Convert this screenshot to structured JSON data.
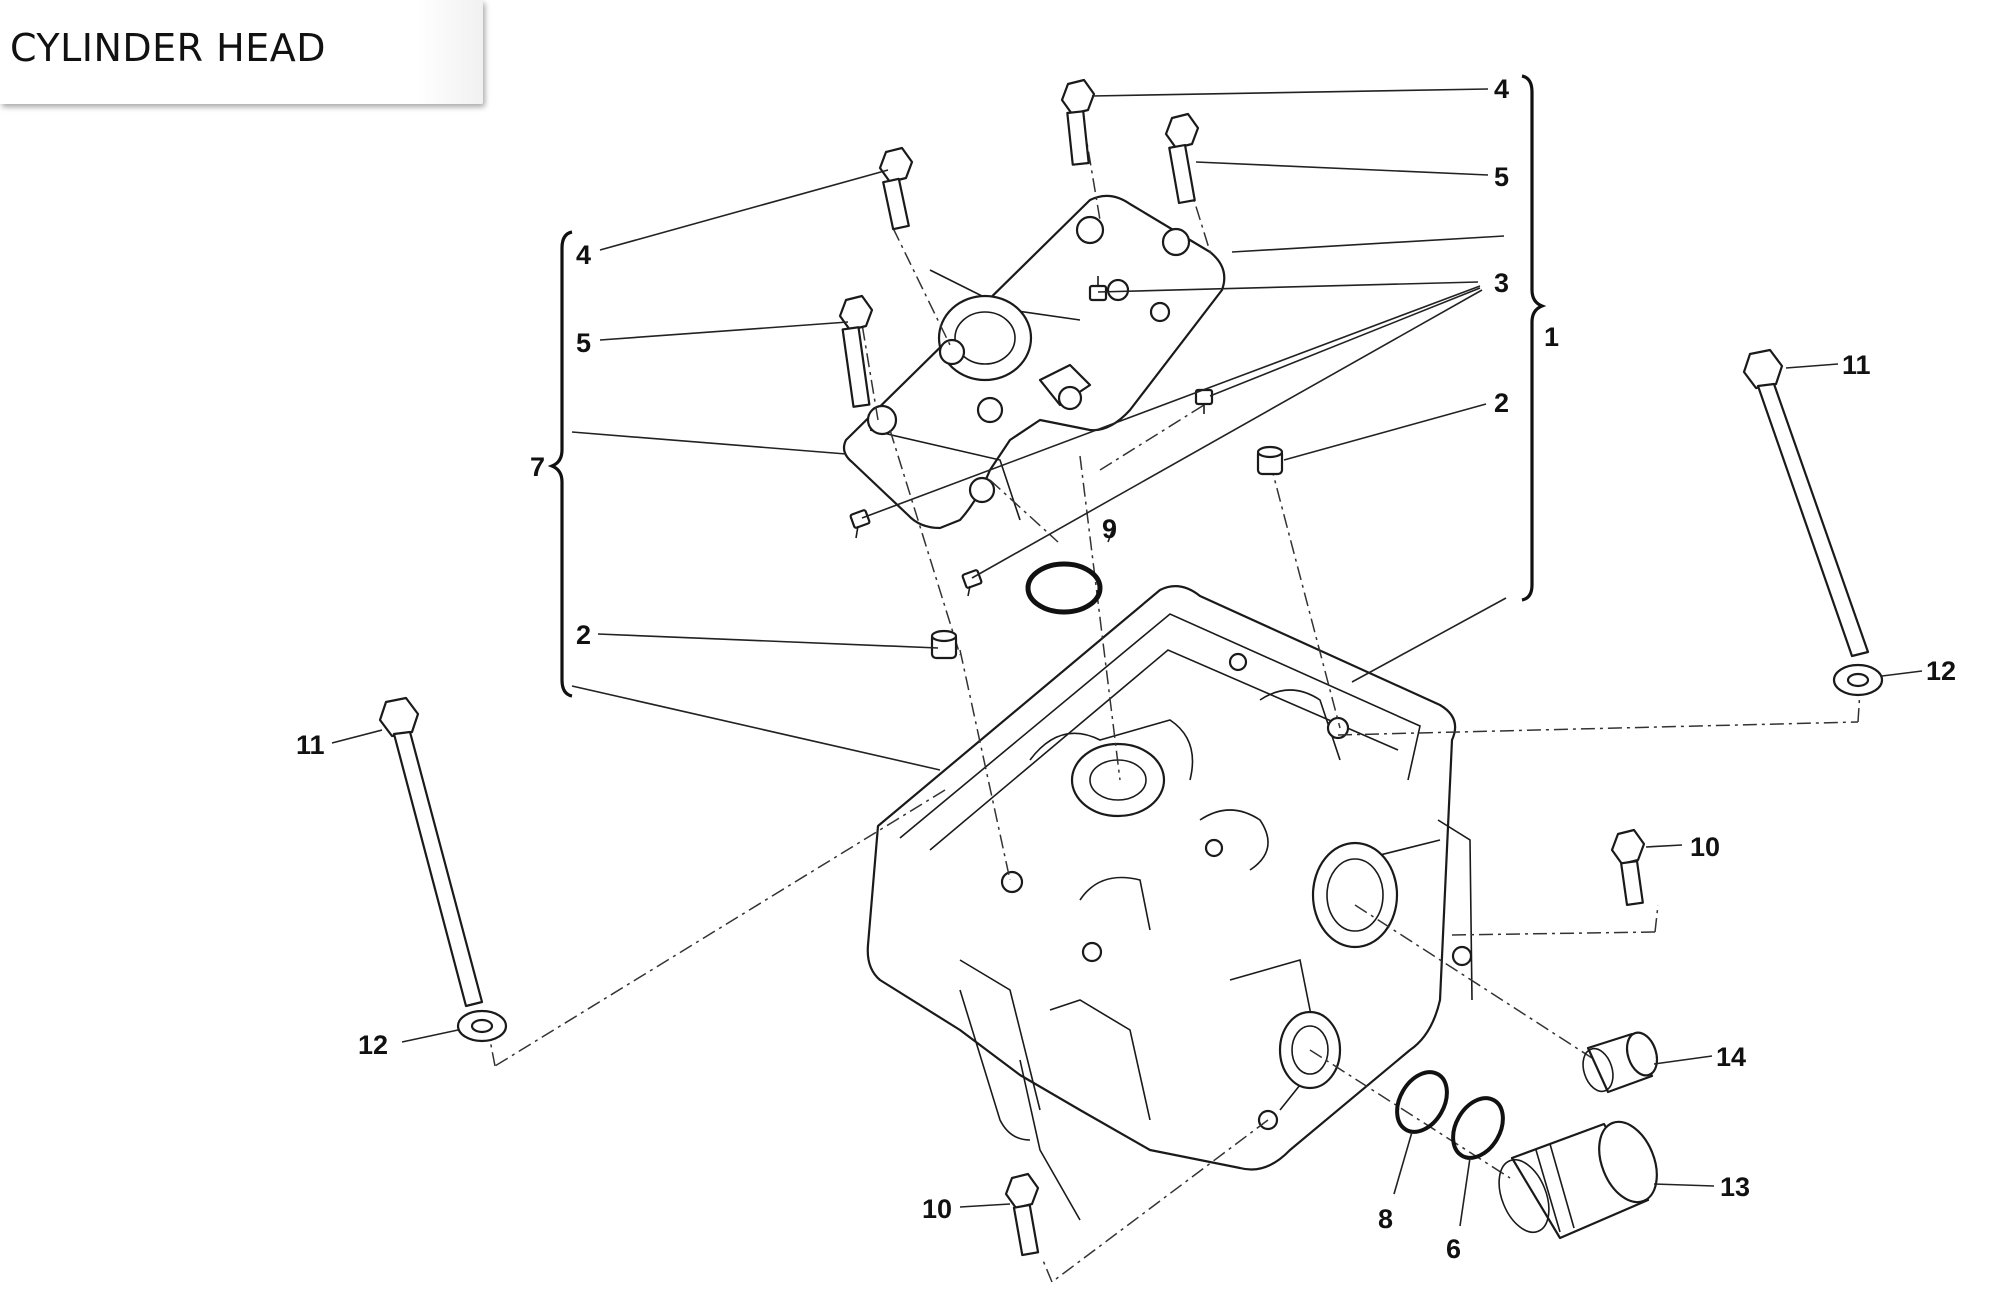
{
  "title": "CYLINDER HEAD",
  "callouts": {
    "c1": "1",
    "c2a": "2",
    "c2b": "2",
    "c3": "3",
    "c4a": "4",
    "c4b": "4",
    "c5a": "5",
    "c5b": "5",
    "c6": "6",
    "c7": "7",
    "c8": "8",
    "c9": "9",
    "c10a": "10",
    "c10b": "10",
    "c11a": "11",
    "c11b": "11",
    "c12a": "12",
    "c12b": "12",
    "c13": "13",
    "c14": "14"
  }
}
